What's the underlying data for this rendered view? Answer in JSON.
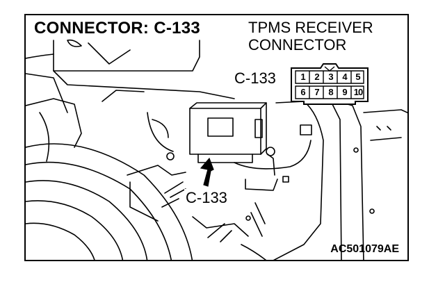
{
  "title": "CONNECTOR: C-133",
  "subtitle_line1": "TPMS RECEIVER",
  "subtitle_line2": "CONNECTOR",
  "connector_face_label": "C-133",
  "callout_label": "C-133",
  "drawing_code": "AC501079AE",
  "pins_top": [
    "1",
    "2",
    "3",
    "4",
    "5"
  ],
  "pins_bottom": [
    "6",
    "7",
    "8",
    "9",
    "10"
  ]
}
